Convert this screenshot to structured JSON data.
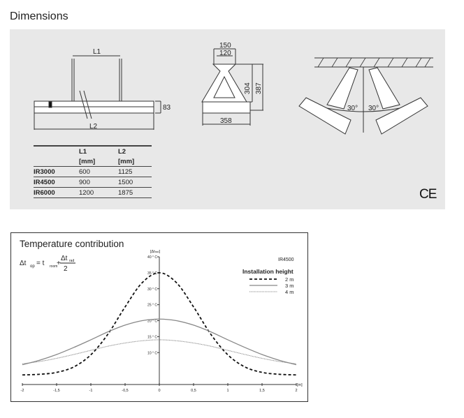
{
  "title": "Dimensions",
  "drawing": {
    "l1": "L1",
    "l2": "L2",
    "h83": "83",
    "w150": "150",
    "w120": "120",
    "h304": "304",
    "h387": "387",
    "w358": "358",
    "angle_left": "30°",
    "angle_right": "30°"
  },
  "table": {
    "headers": [
      [
        "",
        "L1",
        "L2"
      ],
      [
        "",
        "[mm]",
        "[mm]"
      ]
    ],
    "rows": [
      [
        "IR3000",
        "600",
        "1125"
      ],
      [
        "IR4500",
        "900",
        "1500"
      ],
      [
        "IR6000",
        "1200",
        "1875"
      ]
    ]
  },
  "ce_mark": "CE",
  "chart_data": {
    "type": "line",
    "title": "Temperature contribution",
    "formula": {
      "lhs": "Δt",
      "lhs_sub": "op",
      "eq": "= t",
      "room_sub": "room",
      "plus": "+",
      "num": "Δt",
      "num_sub": "rad",
      "den": "2"
    },
    "model": "IR4500",
    "legend_title": "Installation height",
    "legend_position": "top-right",
    "ylabel": "[Δt",
    "ylabel_sub": "rad",
    "ylabel_end": "]",
    "xlabel": "[m]",
    "xlim": [
      -2,
      2
    ],
    "ylim": [
      0,
      40
    ],
    "xticks": [
      -2,
      -1.5,
      -1,
      -0.5,
      0,
      0.5,
      1,
      1.5,
      2
    ],
    "xtick_labels": [
      "-2",
      "-1,5",
      "-1",
      "-0,5",
      "0",
      "0,5",
      "1",
      "1,5",
      "2"
    ],
    "yticks": [
      40,
      35,
      30,
      25,
      20,
      15,
      10
    ],
    "ytick_labels": [
      "40 ° C",
      "35 ° C",
      "30 ° C",
      "25 ° C",
      "20 ° C",
      "15 ° C",
      "10 ° C"
    ],
    "x": [
      -2,
      -1.75,
      -1.5,
      -1.25,
      -1,
      -0.75,
      -0.5,
      -0.25,
      0,
      0.25,
      0.5,
      0.75,
      1,
      1.25,
      1.5,
      1.75,
      2
    ],
    "series": [
      {
        "name": "2 m",
        "style": "dashed",
        "color": "#111111",
        "values": [
          3.0,
          3.2,
          3.8,
          5.5,
          9.3,
          15.8,
          24.3,
          31.9,
          35,
          31.9,
          24.3,
          15.8,
          9.3,
          5.5,
          3.8,
          3.2,
          3.0
        ]
      },
      {
        "name": "3 m",
        "style": "solid",
        "color": "#888888",
        "values": [
          6.2,
          7.6,
          9.4,
          11.6,
          14.0,
          16.5,
          18.6,
          20.0,
          20.5,
          20.0,
          18.6,
          16.5,
          14.0,
          11.6,
          9.4,
          7.6,
          6.2
        ]
      },
      {
        "name": "4 m",
        "style": "dotted",
        "color": "#888888",
        "values": [
          6.5,
          7.2,
          8.2,
          9.4,
          10.7,
          12.0,
          13.0,
          13.7,
          14,
          13.7,
          13.0,
          12.0,
          10.7,
          9.4,
          8.2,
          7.2,
          6.5
        ]
      }
    ]
  }
}
